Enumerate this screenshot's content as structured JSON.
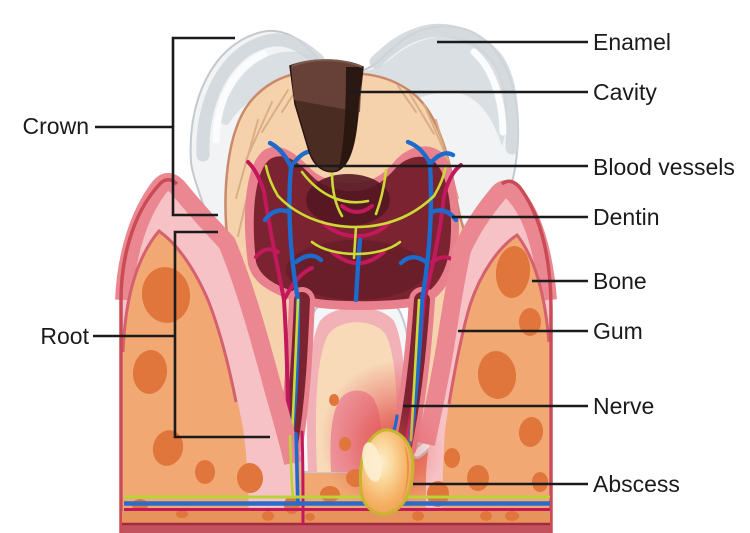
{
  "figure": {
    "kind": "anatomical-diagram",
    "subject": "Cross-section of a tooth with dental cavity and abscess"
  },
  "labels": {
    "right": [
      {
        "text": "Enamel"
      },
      {
        "text": "Cavity"
      },
      {
        "text": "Blood vessels"
      },
      {
        "text": "Dentin"
      },
      {
        "text": "Bone"
      },
      {
        "text": "Gum"
      },
      {
        "text": "Nerve"
      },
      {
        "text": "Abscess"
      }
    ],
    "left": [
      {
        "text": "Crown"
      },
      {
        "text": "Root"
      }
    ]
  },
  "colors": {
    "background": "#ffffff",
    "enamel": "#f1f3f4",
    "enamel_shade": "#d5dade",
    "dentin": "#f6d2ac",
    "dentin_tubule": "#d8ab80",
    "pulp_rim": "#e8808d",
    "pulp": "#7b2330",
    "cavity": "#4a2c22",
    "blood_vessel_red": "#c2185c",
    "blood_vessel_blue": "#1d6bcd",
    "nerve_yellow": "#ccd937",
    "gum_pink": "#eb8791",
    "gum_light_pink": "#f7c2c6",
    "gum_outline_red": "#c94b56",
    "bone_orange": "#f1a873",
    "bone_spot": "#e0763c",
    "abscess_fill": "#f6b266",
    "inflammation_glow": "#e25450",
    "label_line": "#1b1b1b"
  }
}
